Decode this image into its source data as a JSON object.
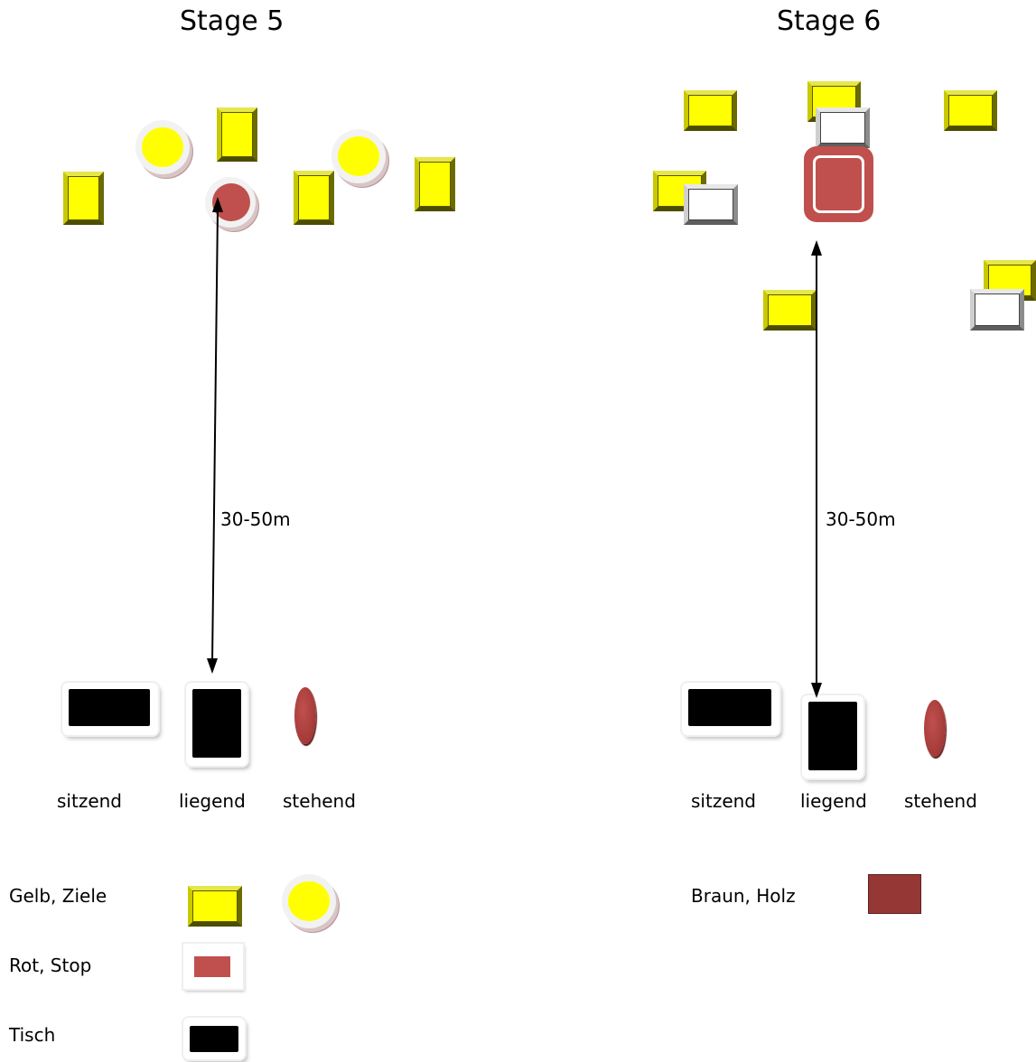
{
  "stage5": {
    "title": "Stage 5",
    "distance": "30-50m",
    "positions": {
      "sitting": "sitzend",
      "prone": "liegend",
      "standing": "stehend"
    }
  },
  "stage6": {
    "title": "Stage 6",
    "distance": "30-50m",
    "positions": {
      "sitting": "sitzend",
      "prone": "liegend",
      "standing": "stehend"
    }
  },
  "legend": {
    "yellow": "Gelb, Ziele",
    "red": "Rot, Stop",
    "table": "Tisch",
    "brown": "Braun, Holz"
  },
  "colors": {
    "yellow": "#ffff00",
    "red": "#c0504d",
    "brown": "#953735",
    "black": "#000000",
    "white": "#ffffff"
  }
}
